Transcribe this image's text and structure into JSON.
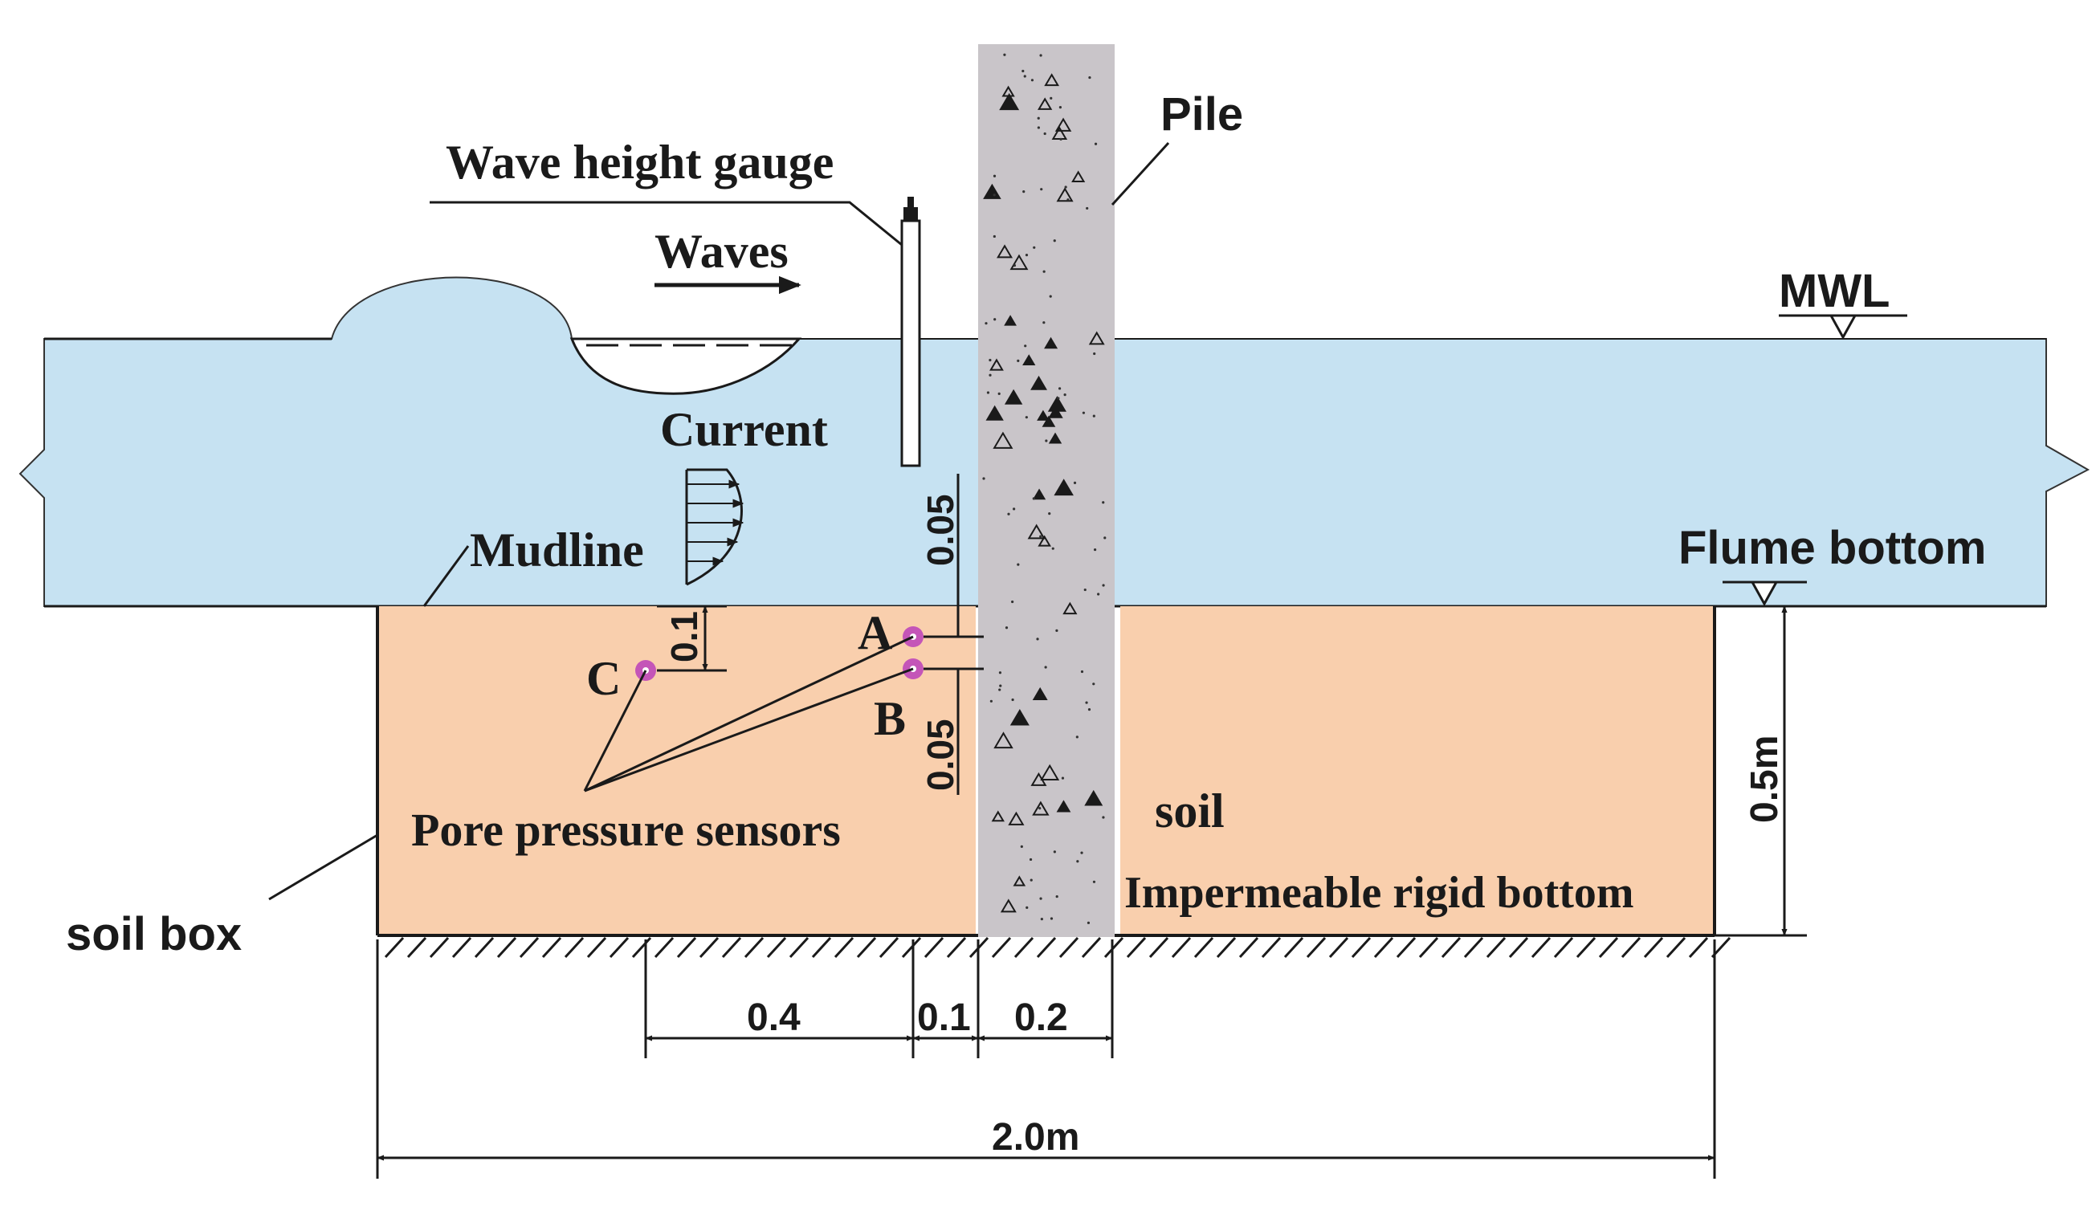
{
  "labels": {
    "pile": "Pile",
    "wave_gauge": "Wave height gauge",
    "waves": "Waves",
    "mwl": "MWL",
    "current": "Current",
    "mudline": "Mudline",
    "flume_bottom": "Flume bottom",
    "soil_box": "soil box",
    "soil": "soil",
    "impermeable_bottom": "Impermeable rigid bottom",
    "pore_pressure_sensors": "Pore pressure sensors",
    "sensor_a": "A",
    "sensor_b": "B",
    "sensor_c": "C"
  },
  "dimensions": {
    "d_0_4": "0.4",
    "d_0_1_horizontal": "0.1",
    "d_0_2": "0.2",
    "d_2_0m": "2.0m",
    "d_0_5m": "0.5m",
    "d_0_05_upper": "0.05",
    "d_0_05_lower": "0.05",
    "d_0_1_vertical": "0.1"
  },
  "colors": {
    "water": "#c6e2f2",
    "soil": "#f9cfad",
    "pile": "#c9c5c9",
    "sensor": "#c455b8",
    "line": "#1a1a1a"
  }
}
